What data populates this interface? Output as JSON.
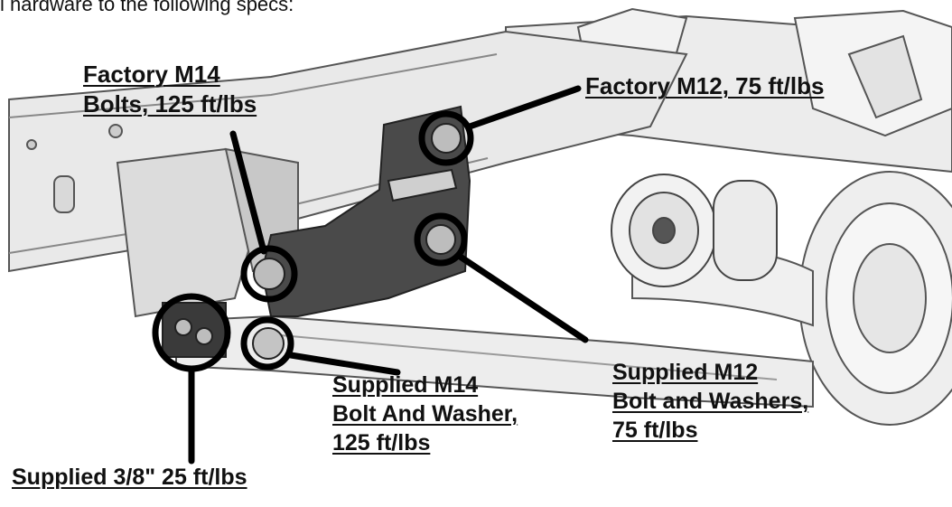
{
  "intro_text": "l hardware to the following specs:",
  "callouts": {
    "factory_m14": {
      "line1": "Factory M14",
      "line2": "Bolts, 125 ft/lbs"
    },
    "factory_m12": {
      "line1": "Factory M12, 75 ft/lbs"
    },
    "supplied_m14": {
      "line1": "Supplied M14",
      "line2": "Bolt And Washer,",
      "line3": "125 ft/lbs"
    },
    "supplied_m12": {
      "line1": "Supplied M12",
      "line2": "Bolt and Washers,",
      "line3": "75 ft/lbs"
    },
    "supplied_38": {
      "line1": "Supplied 3/8\" 25 ft/lbs"
    }
  },
  "colors": {
    "ink": "#111111",
    "frame_fill": "#e9e9e9",
    "frame_line": "#555555",
    "bracket_fill": "#4a4a4a",
    "marker": "#000000"
  }
}
